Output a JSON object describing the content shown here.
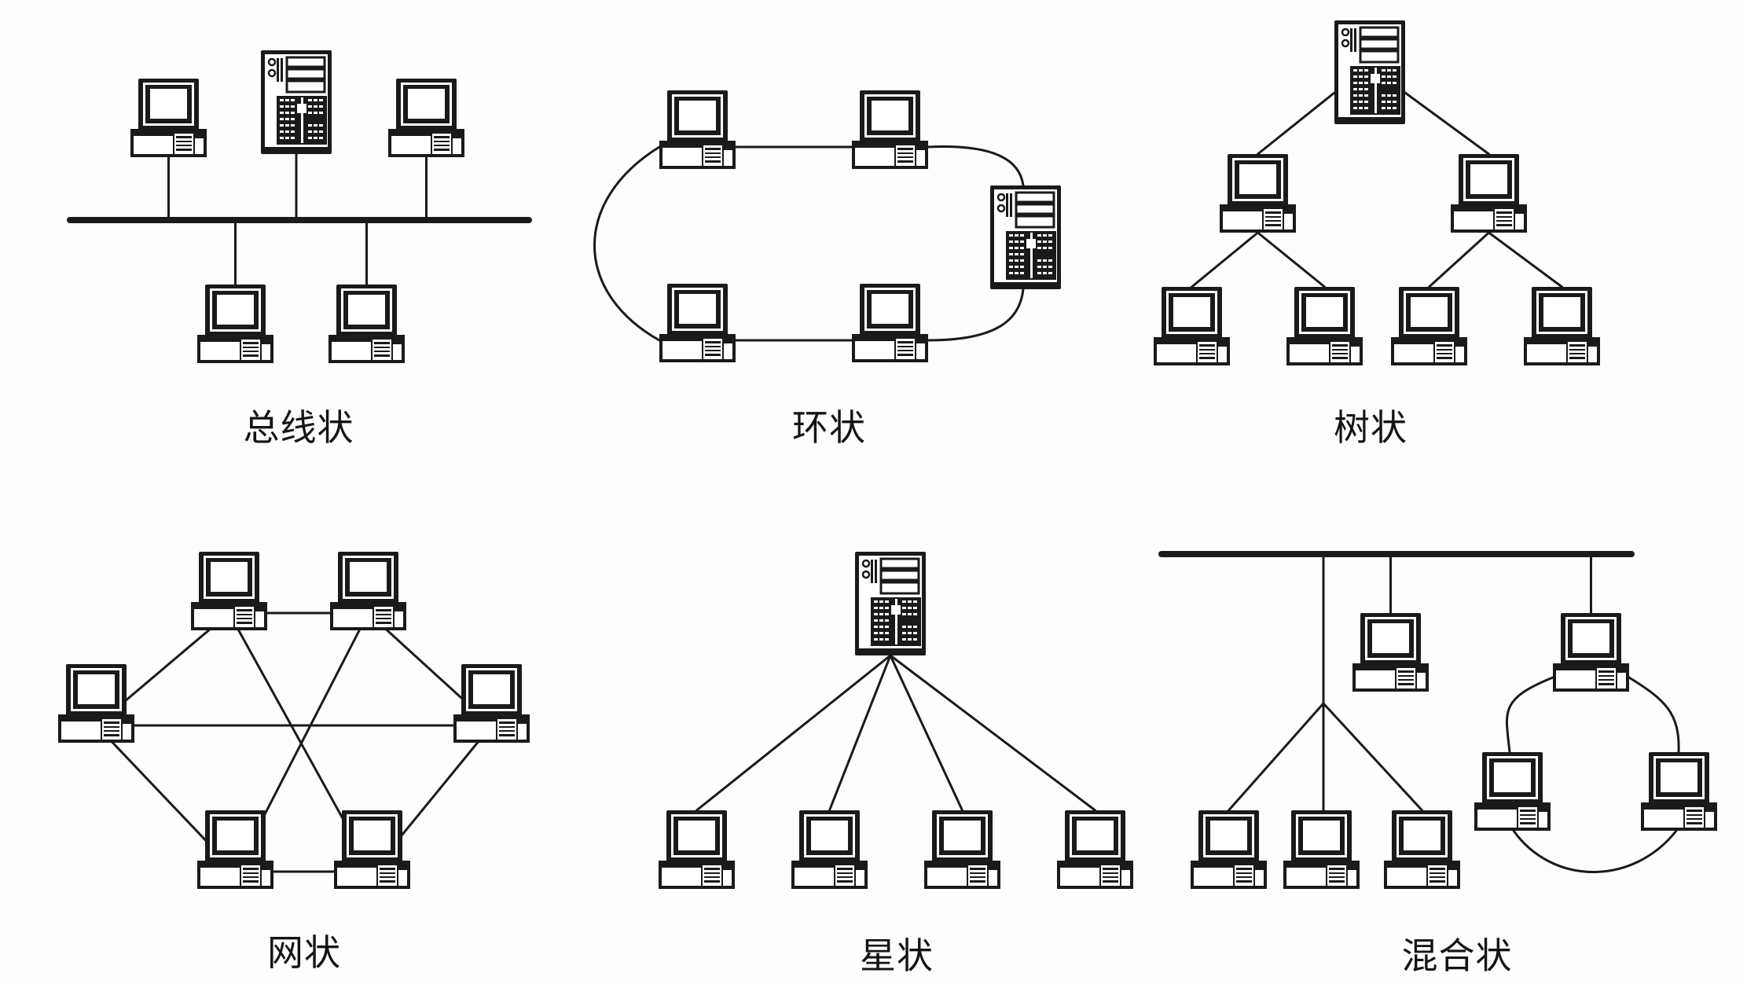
{
  "figure": {
    "title": "网络拓扑结构",
    "ink_color": "#1a1a1a",
    "background_color": "#fdfdfd"
  },
  "diagrams": [
    {
      "id": "bus",
      "label": "总线状",
      "nodes": [
        {
          "id": "b-pc1",
          "type": "computer"
        },
        {
          "id": "b-srv",
          "type": "server"
        },
        {
          "id": "b-pc2",
          "type": "computer"
        },
        {
          "id": "b-pc3",
          "type": "computer"
        },
        {
          "id": "b-pc4",
          "type": "computer"
        }
      ],
      "connections": "all nodes attached to one shared bus line"
    },
    {
      "id": "ring",
      "label": "环状",
      "nodes": [
        {
          "id": "r-pc1",
          "type": "computer"
        },
        {
          "id": "r-pc2",
          "type": "computer"
        },
        {
          "id": "r-srv",
          "type": "server"
        },
        {
          "id": "r-pc4",
          "type": "computer"
        },
        {
          "id": "r-pc3",
          "type": "computer"
        }
      ],
      "connections": "closed loop r-pc1 → r-pc2 → r-srv → r-pc4 → r-pc3 → r-pc1"
    },
    {
      "id": "tree",
      "label": "树状",
      "nodes": [
        {
          "id": "t-srv",
          "type": "server"
        },
        {
          "id": "t-l1",
          "type": "computer"
        },
        {
          "id": "t-r1",
          "type": "computer"
        },
        {
          "id": "t-l2a",
          "type": "computer"
        },
        {
          "id": "t-l2b",
          "type": "computer"
        },
        {
          "id": "t-r2a",
          "type": "computer"
        },
        {
          "id": "t-r2b",
          "type": "computer"
        }
      ],
      "edges": [
        [
          "t-srv",
          "t-l1"
        ],
        [
          "t-srv",
          "t-r1"
        ],
        [
          "t-l1",
          "t-l2a"
        ],
        [
          "t-l1",
          "t-l2b"
        ],
        [
          "t-r1",
          "t-r2a"
        ],
        [
          "t-r1",
          "t-r2b"
        ]
      ]
    },
    {
      "id": "mesh",
      "label": "网状",
      "nodes": [
        {
          "id": "m-tl",
          "type": "computer"
        },
        {
          "id": "m-tr",
          "type": "computer"
        },
        {
          "id": "m-l",
          "type": "computer"
        },
        {
          "id": "m-r",
          "type": "computer"
        },
        {
          "id": "m-bl",
          "type": "computer"
        },
        {
          "id": "m-br",
          "type": "computer"
        }
      ],
      "edges": [
        [
          "m-tl",
          "m-tr"
        ],
        [
          "m-tl",
          "m-l"
        ],
        [
          "m-tr",
          "m-r"
        ],
        [
          "m-l",
          "m-r"
        ],
        [
          "m-l",
          "m-bl"
        ],
        [
          "m-r",
          "m-br"
        ],
        [
          "m-bl",
          "m-br"
        ],
        [
          "m-tl",
          "m-br"
        ],
        [
          "m-tr",
          "m-bl"
        ]
      ]
    },
    {
      "id": "star",
      "label": "星状",
      "nodes": [
        {
          "id": "s-srv",
          "type": "server"
        },
        {
          "id": "s-pc1",
          "type": "computer"
        },
        {
          "id": "s-pc2",
          "type": "computer"
        },
        {
          "id": "s-pc3",
          "type": "computer"
        },
        {
          "id": "s-pc4",
          "type": "computer"
        }
      ],
      "edges": [
        [
          "s-srv",
          "s-pc1"
        ],
        [
          "s-srv",
          "s-pc2"
        ],
        [
          "s-srv",
          "s-pc3"
        ],
        [
          "s-srv",
          "s-pc4"
        ]
      ]
    },
    {
      "id": "hybrid",
      "label": "混合状",
      "nodes": [
        {
          "id": "h-pc1",
          "type": "computer"
        },
        {
          "id": "h-pc2",
          "type": "computer"
        },
        {
          "id": "h-pc3",
          "type": "computer"
        },
        {
          "id": "h-pc4",
          "type": "computer"
        },
        {
          "id": "h-ring-top",
          "type": "computer"
        },
        {
          "id": "h-ring-left",
          "type": "computer"
        },
        {
          "id": "h-ring-right",
          "type": "computer"
        }
      ],
      "connections": "bus backbone with a star branch (h-pc1..h-pc3), a direct drop (h-pc4) and a ring (h-ring-top, h-ring-left, h-ring-right)"
    }
  ]
}
